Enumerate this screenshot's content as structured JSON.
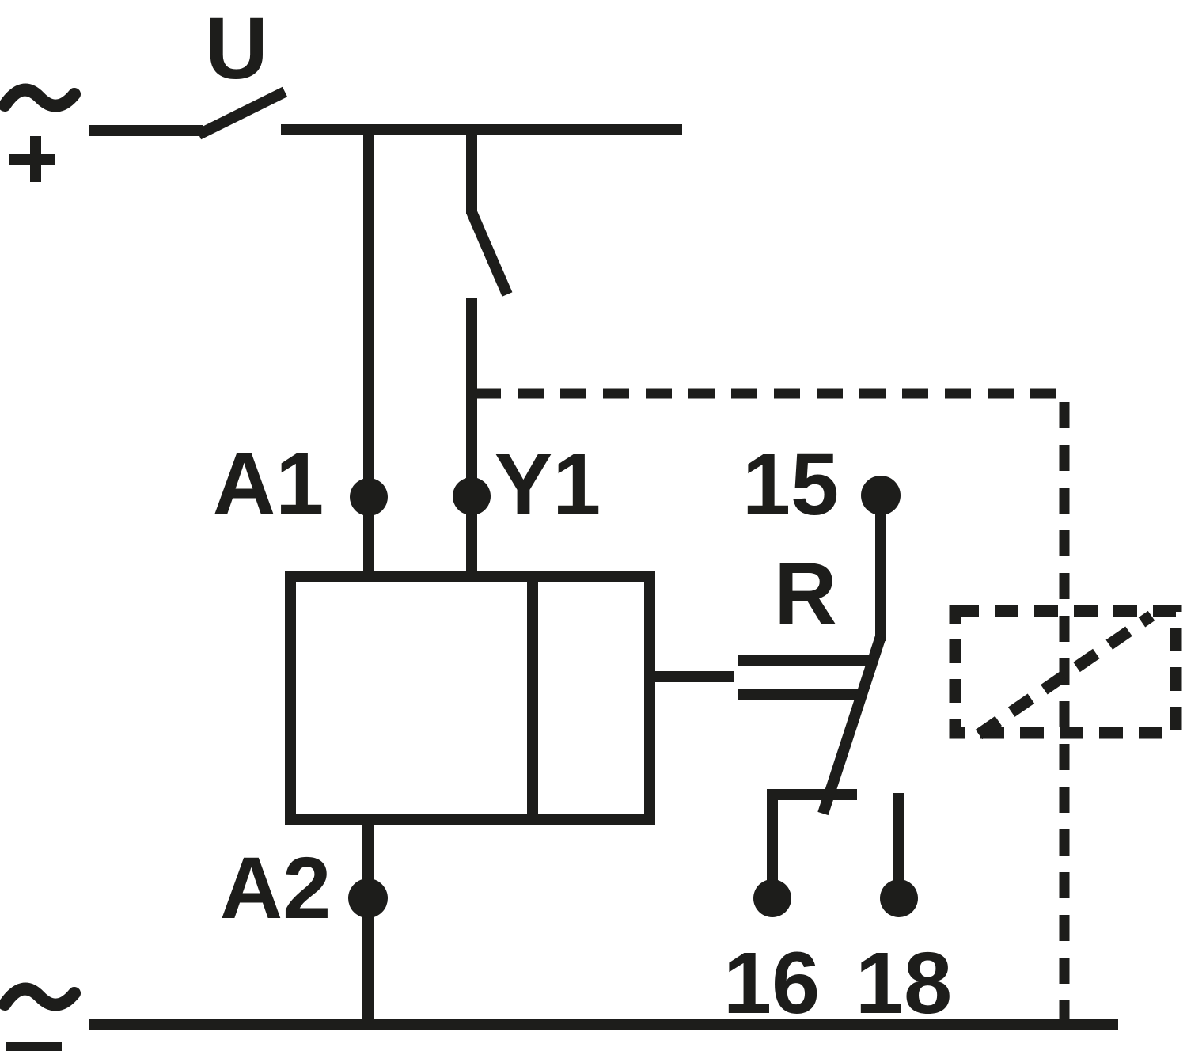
{
  "schematic": {
    "colors": {
      "ink": "#1d1d1b",
      "background": "#ffffff"
    },
    "supply_top": {
      "ac_symbol": "~",
      "polarity": "+"
    },
    "supply_bottom": {
      "ac_symbol": "~",
      "polarity": "−"
    },
    "switch_label": "U",
    "reset_label": "R",
    "terminals": {
      "a1": "A1",
      "y1": "Y1",
      "c15": "15",
      "c16": "16",
      "c18": "18",
      "a2": "A2"
    }
  }
}
